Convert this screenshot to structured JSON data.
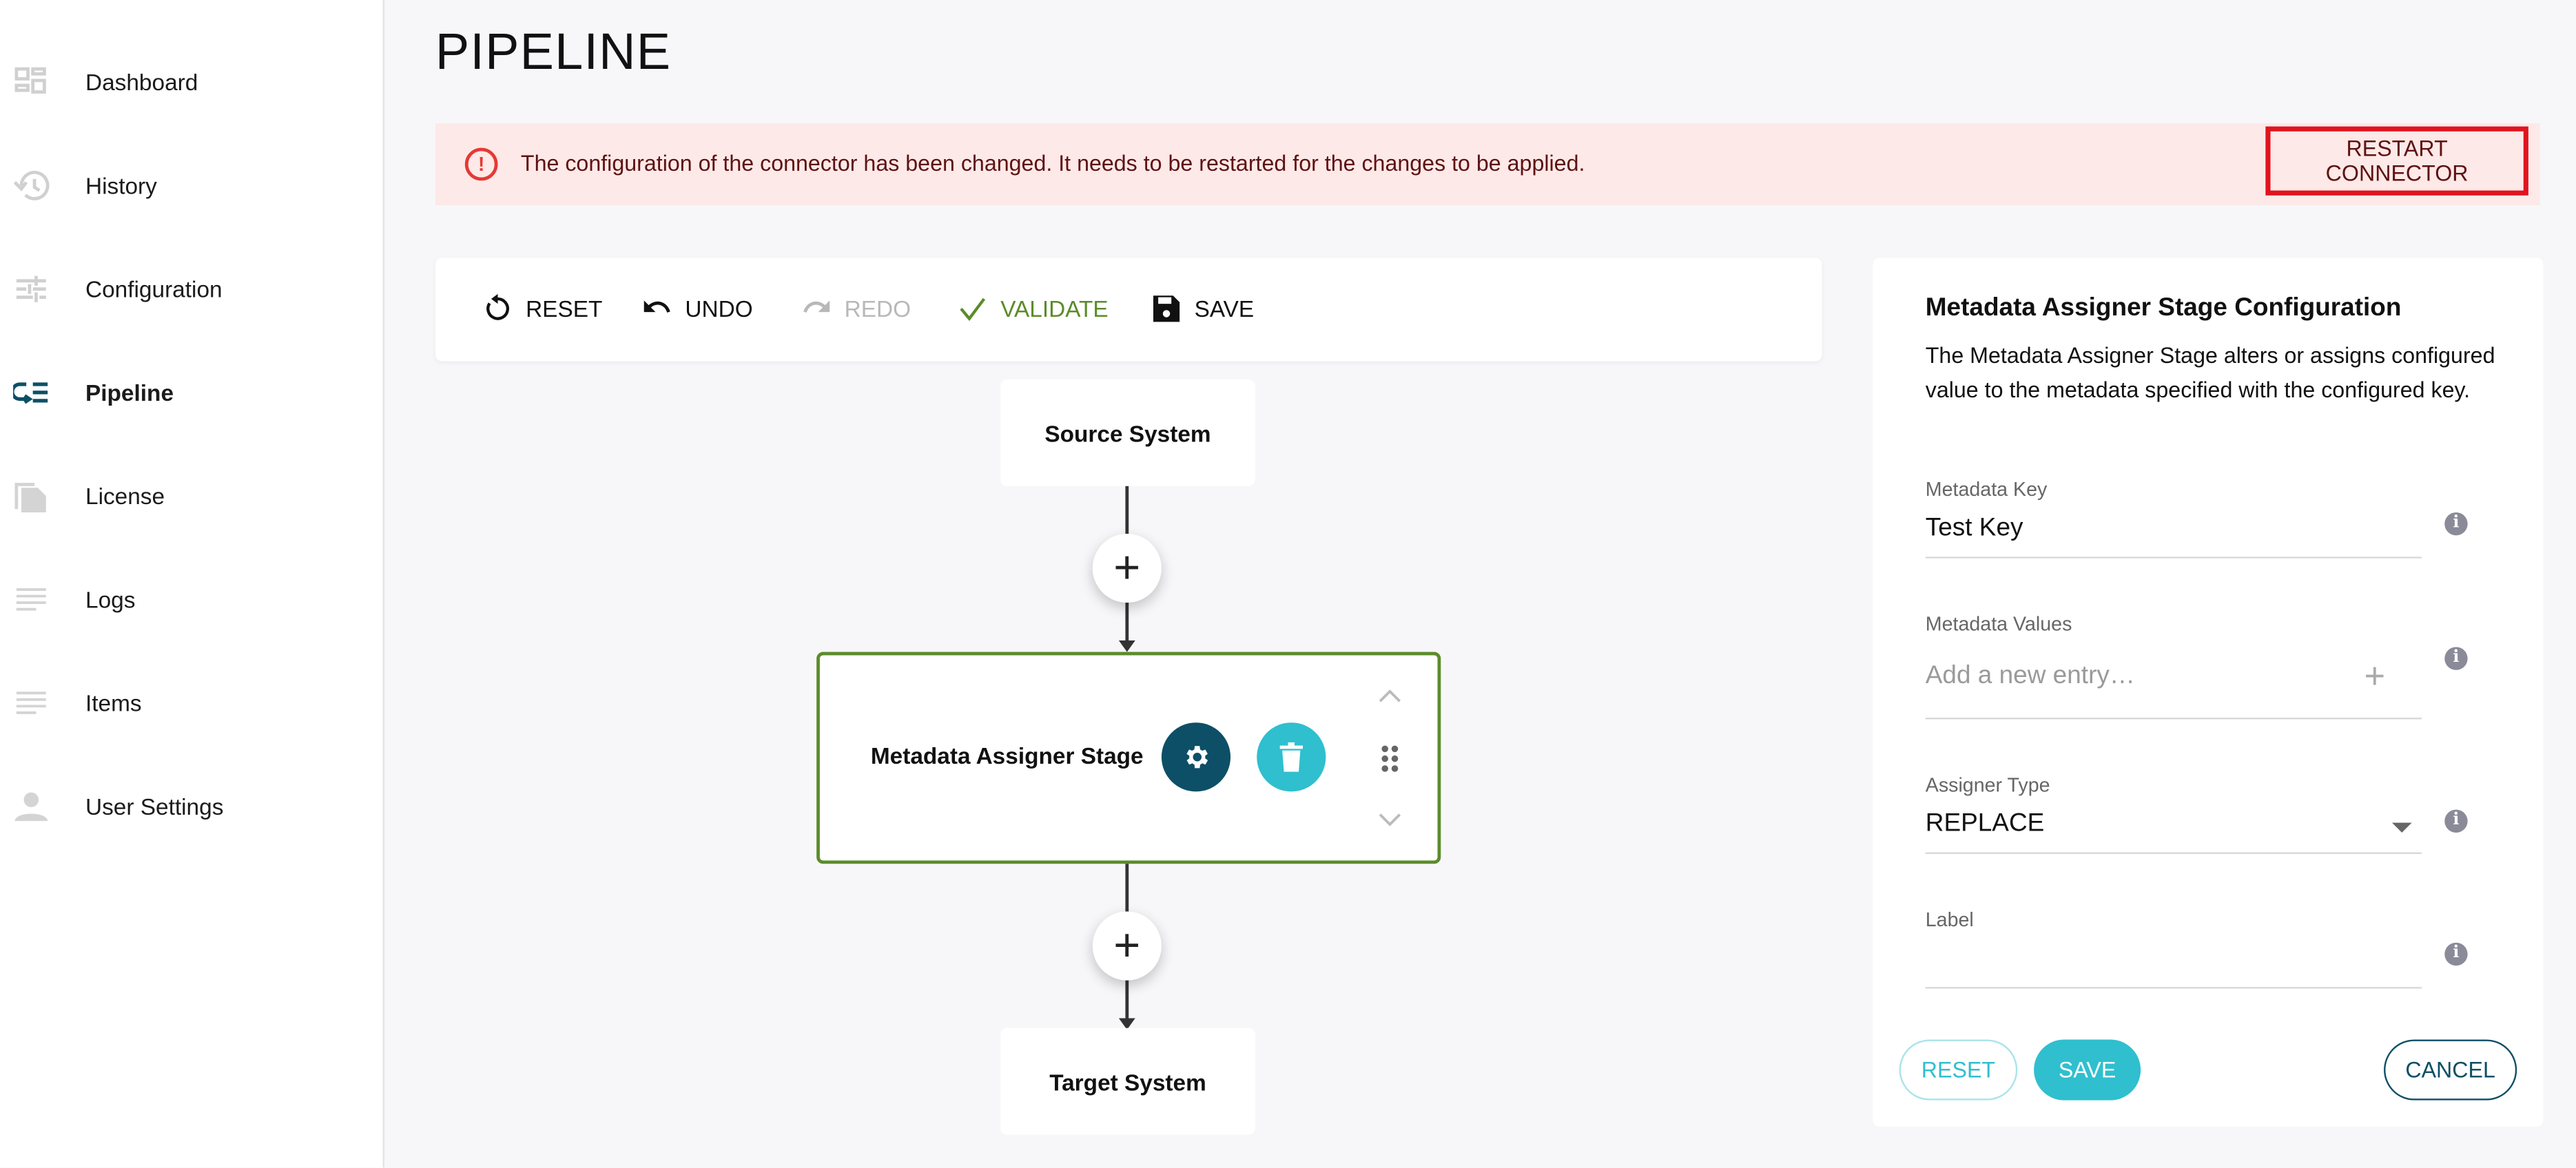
{
  "sidebar": {
    "items": [
      {
        "label": "Dashboard",
        "icon": "dashboard-icon"
      },
      {
        "label": "History",
        "icon": "history-icon"
      },
      {
        "label": "Configuration",
        "icon": "sliders-icon"
      },
      {
        "label": "Pipeline",
        "icon": "pipeline-icon",
        "active": true
      },
      {
        "label": "License",
        "icon": "license-icon"
      },
      {
        "label": "Logs",
        "icon": "logs-icon"
      },
      {
        "label": "Items",
        "icon": "items-icon"
      },
      {
        "label": "User Settings",
        "icon": "user-icon"
      }
    ]
  },
  "page": {
    "title": "PIPELINE"
  },
  "alert": {
    "message": "The configuration of the connector has been changed. It needs to be restarted for the changes to be applied.",
    "icon": "!",
    "action": "RESTART CONNECTOR"
  },
  "toolbar": {
    "reset": "RESET",
    "undo": "UNDO",
    "redo": "REDO",
    "validate": "VALIDATE",
    "save": "SAVE"
  },
  "pipeline": {
    "source": "Source System",
    "stage": "Metadata Assigner Stage",
    "target": "Target System",
    "add": "+"
  },
  "panel": {
    "title": "Metadata Assigner Stage Configuration",
    "description": "The Metadata Assigner Stage alters or assigns configured value to the metadata specified with the configured key.",
    "fields": {
      "key": {
        "label": "Metadata Key",
        "value": "Test Key"
      },
      "values": {
        "label": "Metadata Values",
        "placeholder": "Add a new entry…"
      },
      "type": {
        "label": "Assigner Type",
        "value": "REPLACE"
      },
      "label": {
        "label": "Label",
        "value": ""
      }
    },
    "buttons": {
      "reset": "RESET",
      "save": "SAVE",
      "cancel": "CANCEL"
    }
  },
  "colors": {
    "accent_dark": "#0d4f66",
    "accent_teal": "#2fbfcf",
    "valid_green": "#5b8c2a",
    "alert_bg": "#fde9e8",
    "alert_red": "#e0141e"
  }
}
